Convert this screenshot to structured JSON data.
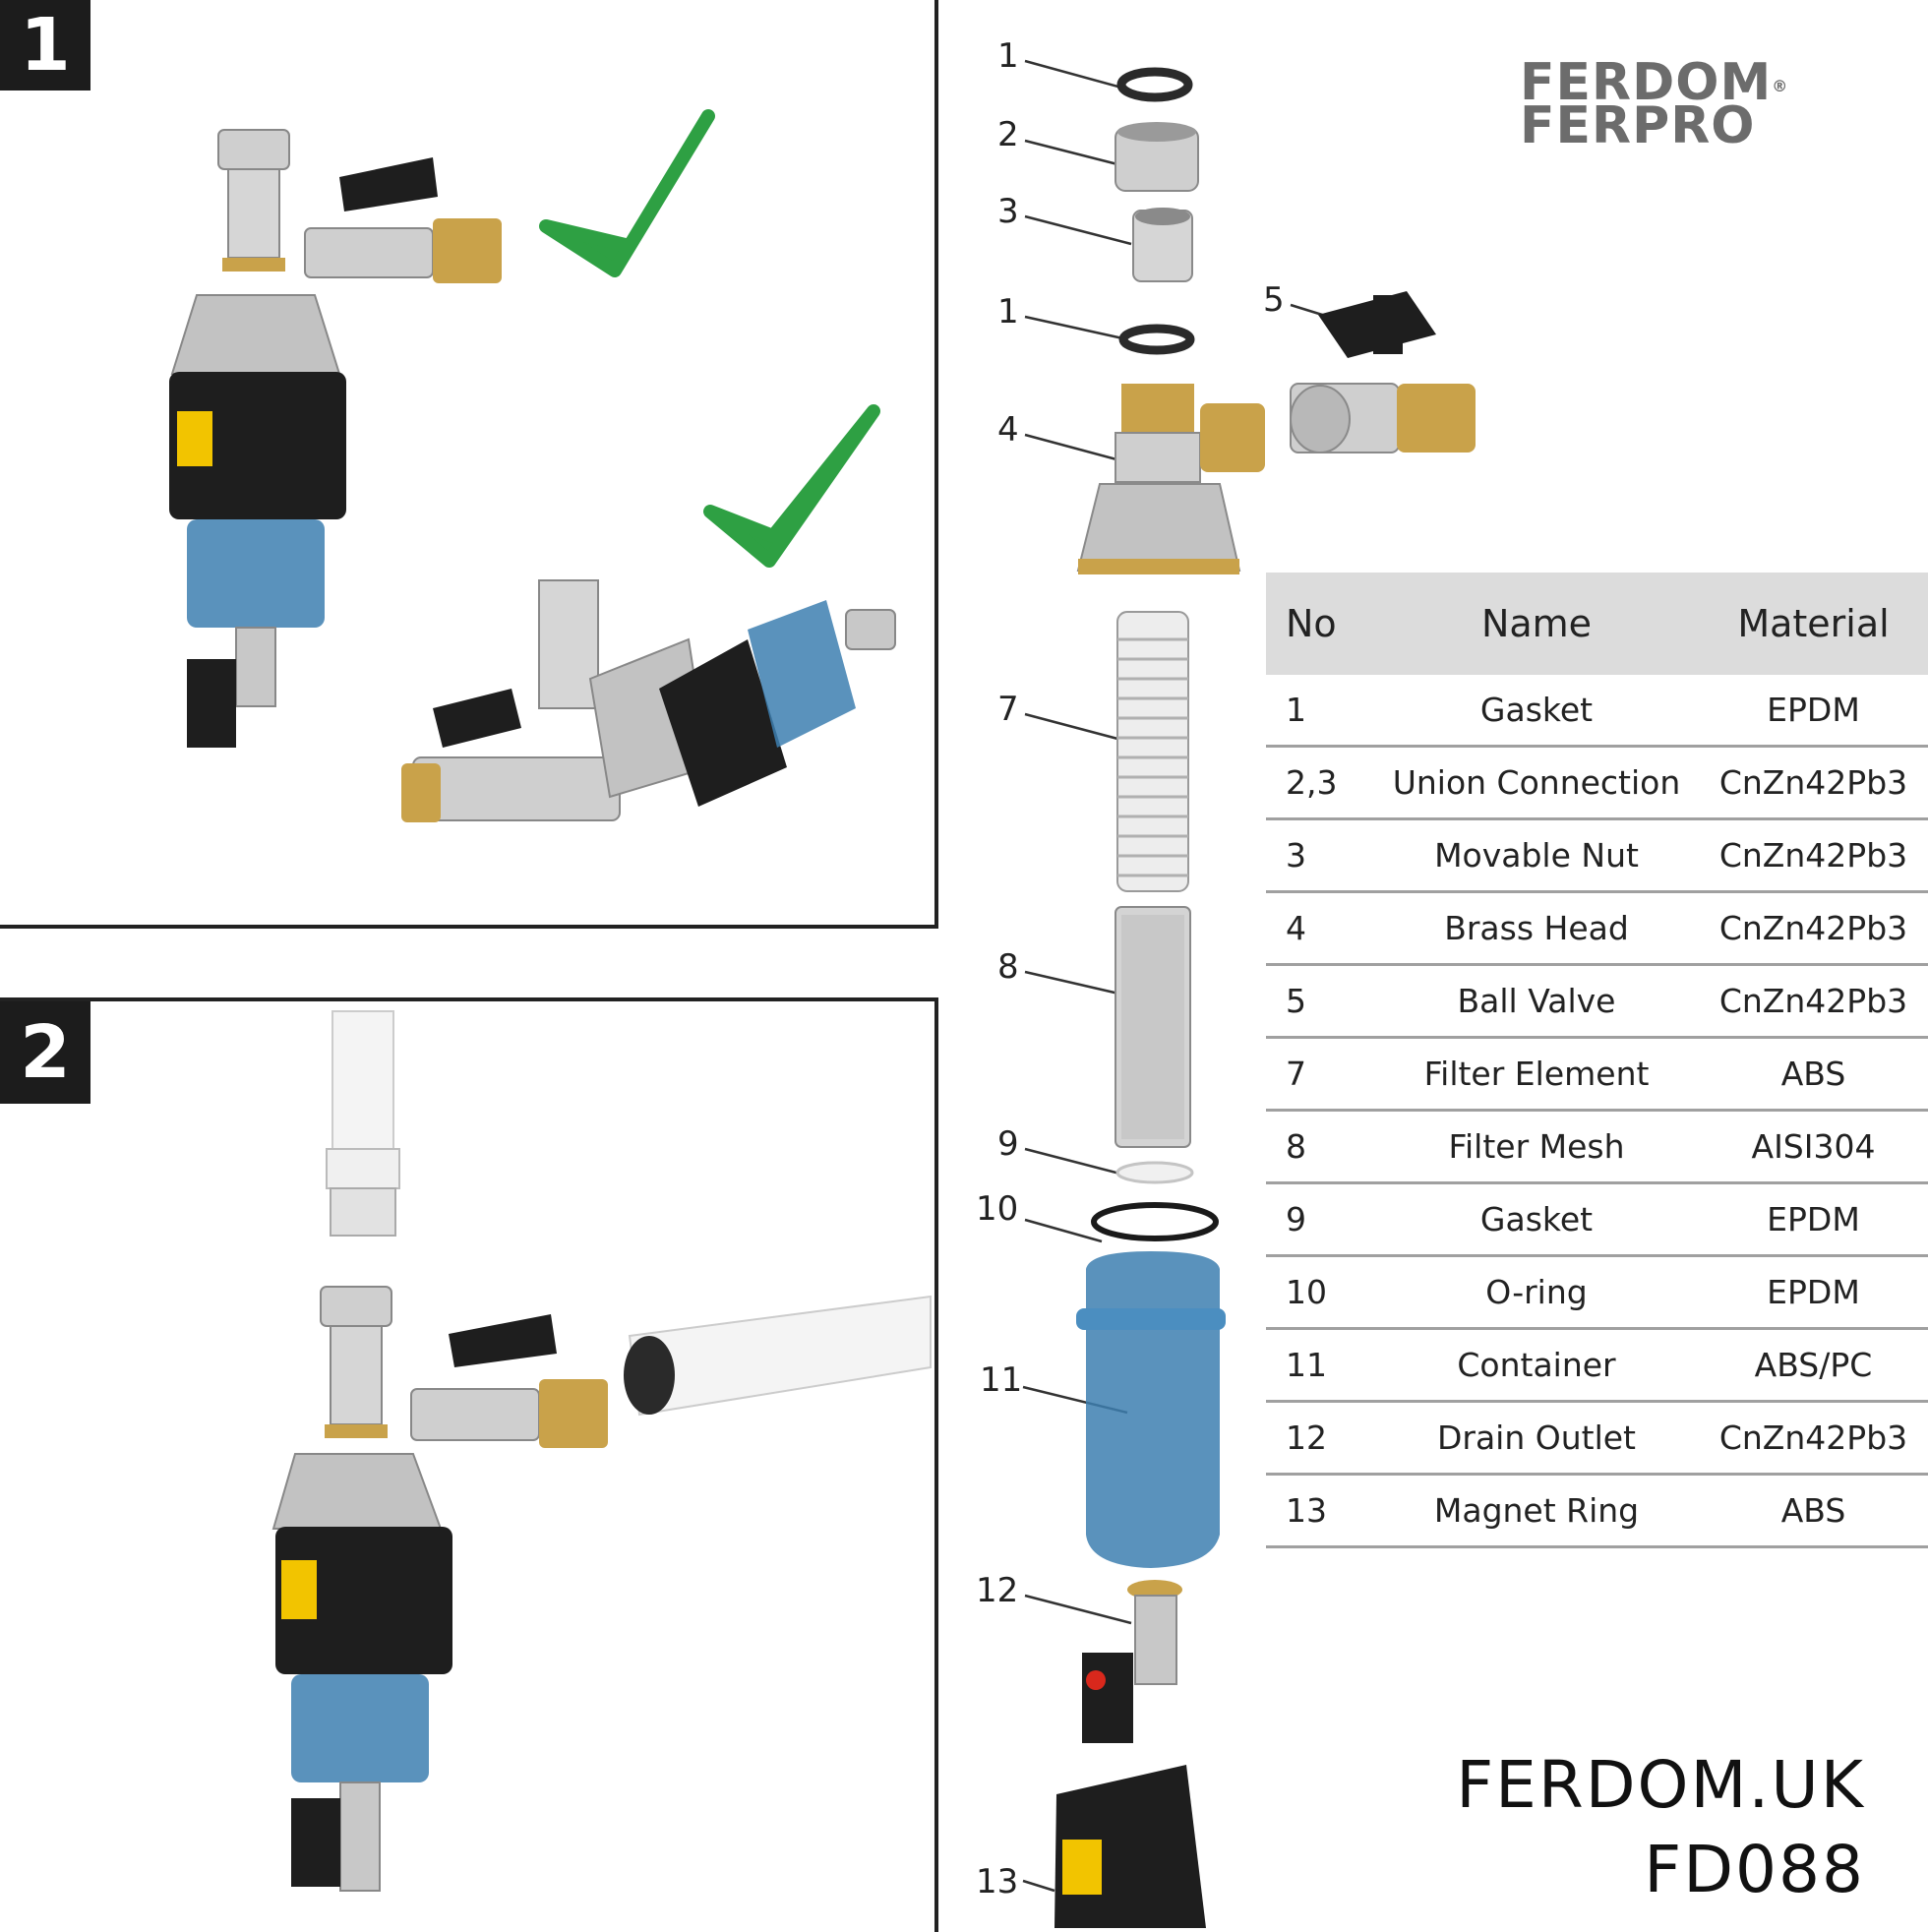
{
  "steps": {
    "step1": "1",
    "step2": "2"
  },
  "brand": {
    "line1": "FERDOM",
    "line2": "FERPRO",
    "reg": "®"
  },
  "callouts": [
    "1",
    "2",
    "3",
    "1",
    "5",
    "4",
    "7",
    "8",
    "9",
    "10",
    "11",
    "12",
    "13"
  ],
  "table": {
    "headers": {
      "no": "No",
      "name": "Name",
      "material": "Material"
    },
    "rows": [
      {
        "no": "1",
        "name": "Gasket",
        "material": "EPDM"
      },
      {
        "no": "2,3",
        "name": "Union Connection",
        "material": "CnZn42Pb3"
      },
      {
        "no": "3",
        "name": "Movable Nut",
        "material": "CnZn42Pb3"
      },
      {
        "no": "4",
        "name": "Brass Head",
        "material": "CnZn42Pb3"
      },
      {
        "no": "5",
        "name": "Ball Valve",
        "material": "CnZn42Pb3"
      },
      {
        "no": "7",
        "name": "Filter Element",
        "material": "ABS"
      },
      {
        "no": "8",
        "name": "Filter Mesh",
        "material": "AISI304"
      },
      {
        "no": "9",
        "name": "Gasket",
        "material": "EPDM"
      },
      {
        "no": "10",
        "name": "O-ring",
        "material": "EPDM"
      },
      {
        "no": "11",
        "name": "Container",
        "material": "ABS/PC"
      },
      {
        "no": "12",
        "name": "Drain Outlet",
        "material": "CnZn42Pb3"
      },
      {
        "no": "13",
        "name": "Magnet Ring",
        "material": "ABS"
      }
    ]
  },
  "site": {
    "url": "FERDOM.UK",
    "model": "FD088"
  },
  "colors": {
    "check": "#2ea043",
    "container": "#3d7fb0",
    "brass": "#c9a24a",
    "chrome": "#c8c8c8",
    "dark": "#1e1e1e",
    "warning": "#f2c400"
  }
}
